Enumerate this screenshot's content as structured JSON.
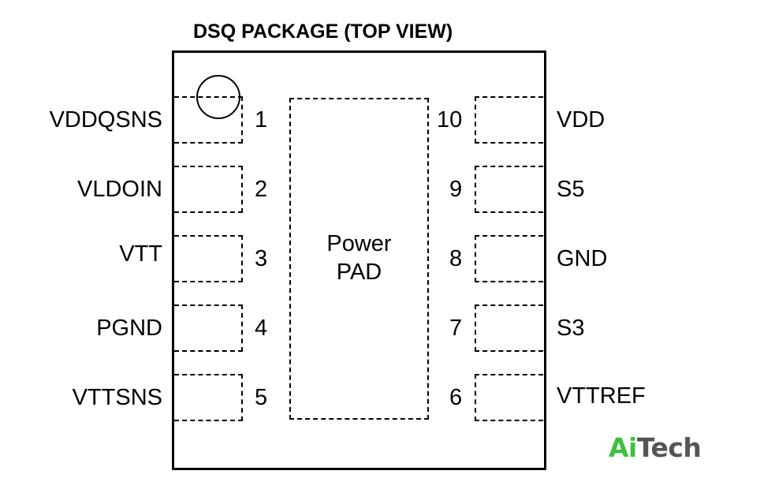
{
  "title": "DSQ PACKAGE (TOP VIEW)",
  "power_pad": {
    "line1": "Power",
    "line2": "PAD"
  },
  "left_pins": [
    {
      "number": "1",
      "name": "VDDQSNS"
    },
    {
      "number": "2",
      "name": "VLDOIN"
    },
    {
      "number": "3",
      "name": "VTT"
    },
    {
      "number": "4",
      "name": "PGND"
    },
    {
      "number": "5",
      "name": "VTTSNS"
    }
  ],
  "right_pins": [
    {
      "number": "10",
      "name": "VDD"
    },
    {
      "number": "9",
      "name": "S5"
    },
    {
      "number": "8",
      "name": "GND"
    },
    {
      "number": "7",
      "name": "S3"
    },
    {
      "number": "6",
      "name": "VTTREF"
    }
  ],
  "logo": {
    "part1": "Ai",
    "part2": "Tech"
  }
}
